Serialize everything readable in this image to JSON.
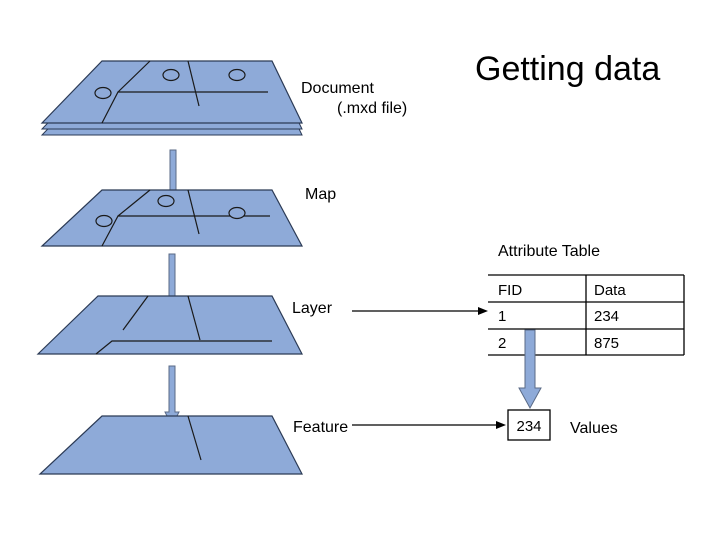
{
  "title": "Getting data",
  "labels": {
    "document_line1": "Document",
    "document_line2": "(.mxd file)",
    "map": "Map",
    "layer": "Layer",
    "feature": "Feature",
    "values": "Values"
  },
  "attribute_table": {
    "caption": "Attribute Table",
    "headers": [
      "FID",
      "Data"
    ],
    "rows": [
      [
        "1",
        "234"
      ],
      [
        "2",
        "875"
      ]
    ]
  },
  "extracted_value": "234",
  "colors": {
    "panel_fill": "#8eaad8",
    "panel_stroke": "#2b3a55",
    "background": "#ffffff"
  }
}
